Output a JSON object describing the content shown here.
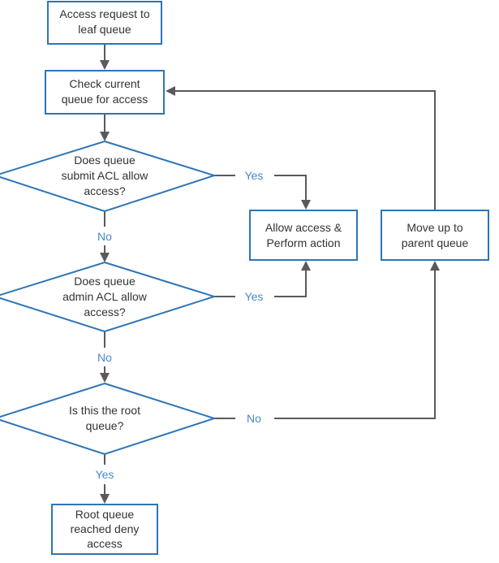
{
  "nodes": {
    "start": [
      "Access request to",
      "leaf queue"
    ],
    "check": [
      "Check current",
      "queue for access"
    ],
    "submit_acl": [
      "Does queue",
      "submit ACL allow",
      "access?"
    ],
    "admin_acl": [
      "Does queue",
      "admin ACL allow",
      "access?"
    ],
    "root_check": [
      "Is this the root",
      "queue?"
    ],
    "allow": [
      "Allow access &",
      "Perform action"
    ],
    "move_up": [
      "Move up to",
      "parent queue"
    ],
    "deny": [
      "Root queue",
      "reached deny",
      "access"
    ]
  },
  "edge_labels": {
    "submit_yes": "Yes",
    "submit_no": "No",
    "admin_yes": "Yes",
    "admin_no": "No",
    "root_no": "No",
    "root_yes": "Yes"
  },
  "colors": {
    "box_stroke": "#2e75b6",
    "edge": "#5a5a5a",
    "label": "#4a86c8",
    "text": "#333333"
  }
}
